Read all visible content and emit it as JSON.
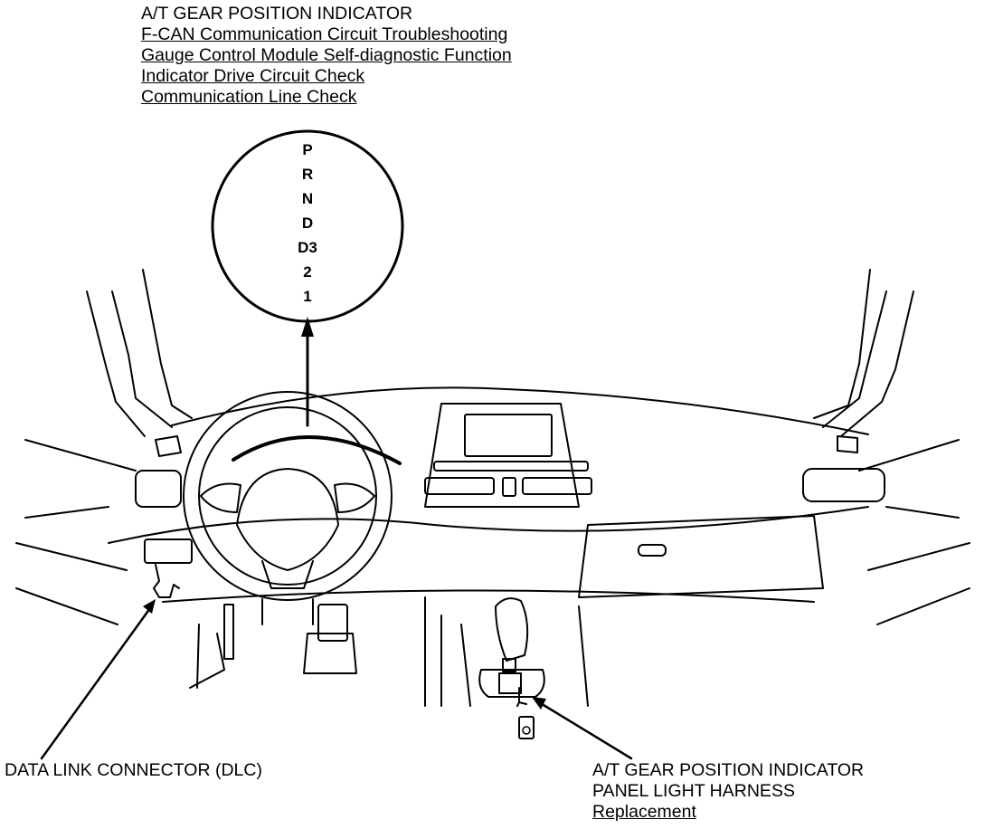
{
  "header": {
    "title": "A/T GEAR POSITION INDICATOR",
    "links": [
      "F-CAN Communication Circuit Troubleshooting",
      "Gauge Control Module Self-diagnostic Function",
      "Indicator Drive Circuit Check",
      "Communication Line Check"
    ]
  },
  "indicator": {
    "gears": [
      "P",
      "R",
      "N",
      "D",
      "D3",
      "2",
      "1"
    ]
  },
  "callouts": {
    "dlc": "DATA LINK CONNECTOR (DLC)",
    "harness_line1": "A/T GEAR POSITION INDICATOR",
    "harness_line2": "PANEL LIGHT HARNESS",
    "harness_link": "Replacement"
  }
}
